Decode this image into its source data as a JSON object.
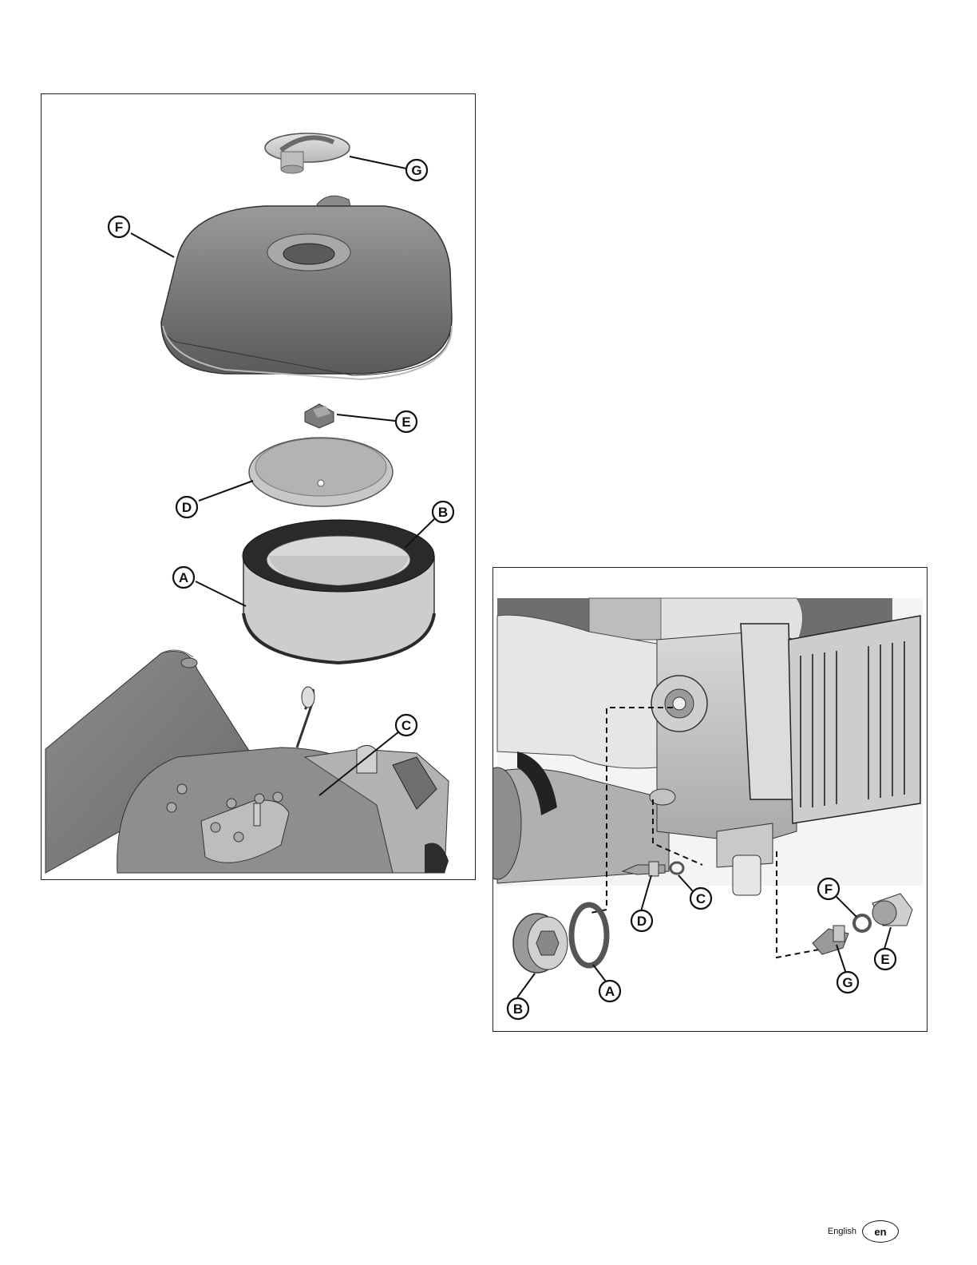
{
  "figure1": {
    "callouts": {
      "G": "G",
      "F": "F",
      "E": "E",
      "D": "D",
      "B": "B",
      "A": "A",
      "C": "C"
    },
    "icon": "air-cleaner-exploded-view"
  },
  "figure2": {
    "callouts": {
      "A": "A",
      "B": "B",
      "C": "C",
      "D": "D",
      "E": "E",
      "F": "F",
      "G": "G"
    },
    "icon": "oil-filter-fittings-exploded-view"
  },
  "footer": {
    "language_label": "English",
    "language_code": "en"
  }
}
